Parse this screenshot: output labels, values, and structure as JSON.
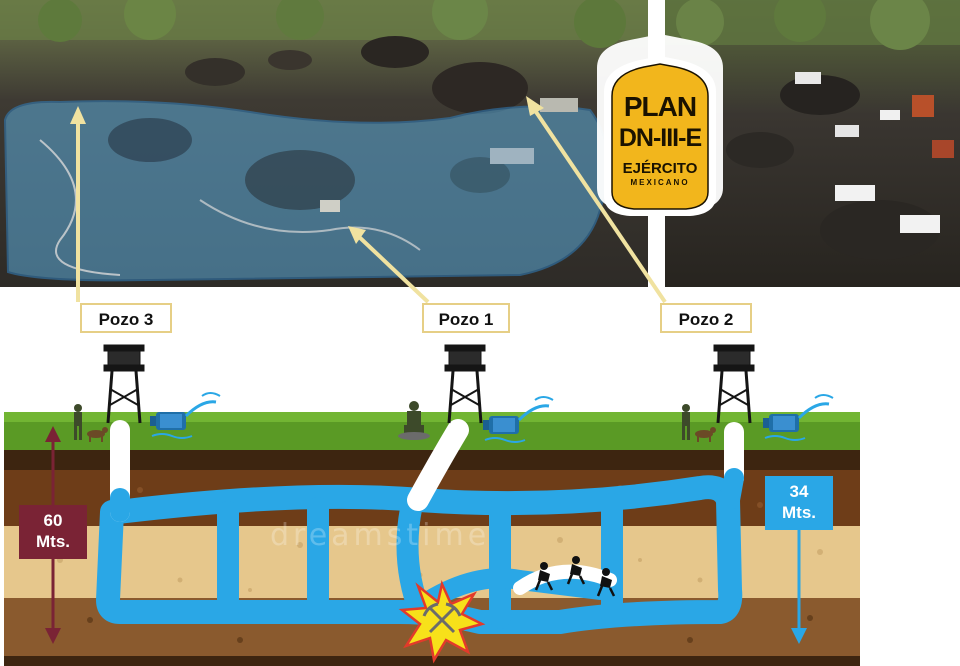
{
  "wells": {
    "pozo3": "Pozo 3",
    "pozo1": "Pozo 1",
    "pozo2": "Pozo 2"
  },
  "depths": {
    "left_line1": "60",
    "left_line2": "Mts.",
    "right_line1": "34",
    "right_line2": "Mts."
  },
  "badge": {
    "line1": "PLAN",
    "line2": "DN-III-E",
    "line3": "EJÉRCITO",
    "line4": "MEXICANO"
  },
  "watermark": "dreamstime",
  "colors": {
    "water": "#2aa7e6",
    "flooded_overlay": "#5aa9d8",
    "grass": "#5a9a25",
    "dark_soil": "#4a2d12",
    "mid_soil": "#6e3d18",
    "sand": "#e6c78c",
    "lower_soil": "#8a5a2e",
    "depth_left_box": "#7a2335",
    "depth_right_box": "#2aa7e6",
    "label_border": "#e6cf86",
    "badge_gold": "#f2b61c"
  },
  "icons": [
    "watchtower-icon",
    "water-pump-icon",
    "soldier-icon",
    "dog-icon",
    "miner-icon",
    "collapse-explosion-icon",
    "pickaxe-icon"
  ]
}
